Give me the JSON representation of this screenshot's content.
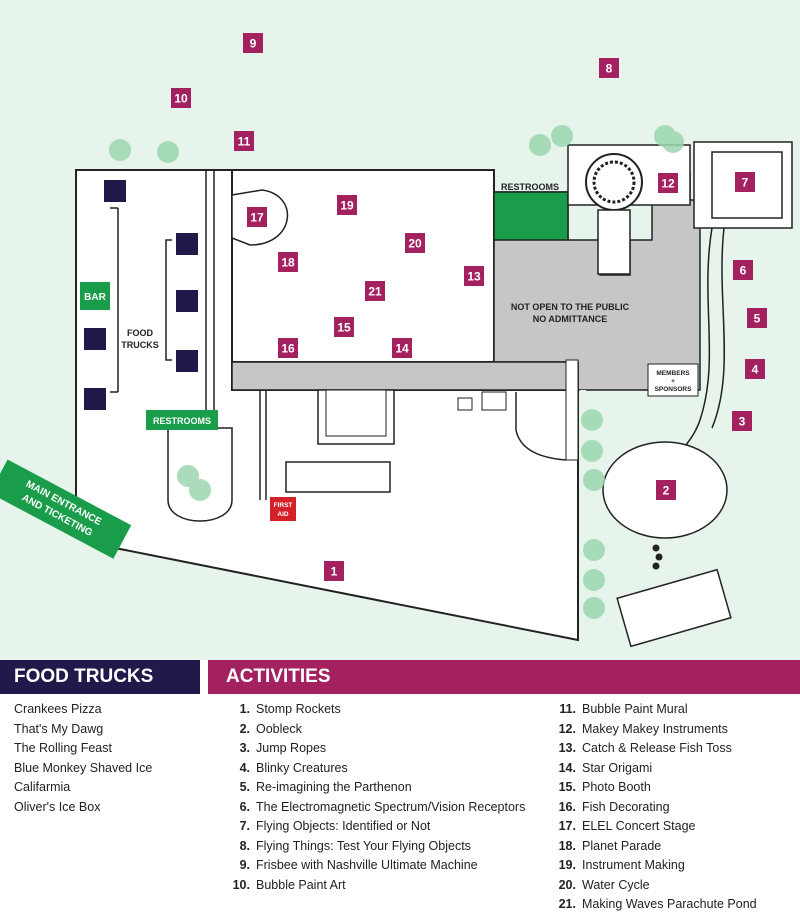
{
  "map": {
    "markers": [
      "1",
      "2",
      "3",
      "4",
      "5",
      "6",
      "7",
      "8",
      "9",
      "10",
      "11",
      "12",
      "13",
      "14",
      "15",
      "16",
      "17",
      "18",
      "19",
      "20",
      "21"
    ],
    "labels": {
      "food_trucks_line1": "FOOD",
      "food_trucks_line2": "TRUCKS",
      "bar": "BAR",
      "restrooms_left": "RESTROOMS",
      "restrooms_top": "RESTROOMS",
      "no_public_line1": "NOT OPEN TO THE PUBLIC",
      "no_public_line2": "NO ADMITTANCE",
      "members_line1": "MEMBERS",
      "members_line2": "+",
      "members_line3": "SPONSORS",
      "first_aid_line1": "FIRST",
      "first_aid_line2": "AID",
      "main_entrance_line1": "MAIN ENTRANCE",
      "main_entrance_line2": "AND TICKETING"
    },
    "colors": {
      "background": "#e6f4ec",
      "marker": "#a3215f",
      "truck": "#21194a",
      "green": "#1a9d4b",
      "restricted": "#c6c6c8",
      "tree": "#9cd7b0",
      "first_aid": "#d42029"
    }
  },
  "legend": {
    "food_trucks_title": "FOOD TRUCKS",
    "activities_title": "ACTIVITIES",
    "food_trucks": [
      "Crankees Pizza",
      "That's My Dawg",
      "The Rolling Feast",
      "Blue Monkey Shaved Ice",
      "Califarmia",
      "Oliver's Ice Box"
    ],
    "activities_col1": [
      {
        "num": "1.",
        "name": "Stomp Rockets"
      },
      {
        "num": "2.",
        "name": "Oobleck"
      },
      {
        "num": "3.",
        "name": "Jump Ropes"
      },
      {
        "num": "4.",
        "name": "Blinky Creatures"
      },
      {
        "num": "5.",
        "name": "Re-imagining the Parthenon"
      },
      {
        "num": "6.",
        "name": "The Electromagnetic Spectrum/Vision Receptors"
      },
      {
        "num": "7.",
        "name": "Flying Objects:  Identified or Not"
      },
      {
        "num": "8.",
        "name": "Flying Things:  Test Your Flying Objects"
      },
      {
        "num": "9.",
        "name": "Frisbee with Nashville Ultimate Machine"
      },
      {
        "num": "10.",
        "name": "Bubble Paint Art"
      }
    ],
    "activities_col2": [
      {
        "num": "11.",
        "name": "Bubble Paint Mural"
      },
      {
        "num": "12.",
        "name": "Makey Makey Instruments"
      },
      {
        "num": "13.",
        "name": "Catch & Release Fish Toss"
      },
      {
        "num": "14.",
        "name": "Star Origami"
      },
      {
        "num": "15.",
        "name": "Photo Booth"
      },
      {
        "num": "16.",
        "name": "Fish Decorating"
      },
      {
        "num": "17.",
        "name": "ELEL Concert Stage"
      },
      {
        "num": "18.",
        "name": "Planet Parade"
      },
      {
        "num": "19.",
        "name": "Instrument Making"
      },
      {
        "num": "20.",
        "name": "Water Cycle"
      },
      {
        "num": "21.",
        "name": "Making Waves Parachute Pond"
      }
    ]
  }
}
